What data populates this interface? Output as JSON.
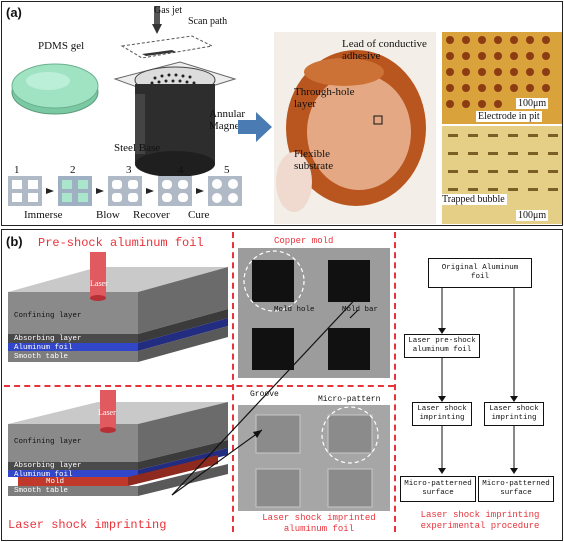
{
  "panel_a": {
    "label": "(a)",
    "pdms": "PDMS gel",
    "gas_jet": "Gas jet",
    "scan_path": "Scan path",
    "annular_magnet": "Annular\nMagnet",
    "steel_base": "Steel Base",
    "lead": "Lead of conductive\nadhesive",
    "through_hole": "Through-hole\nlayer",
    "flexible": "Flexible\nsubstrate",
    "scale_top": "100μm",
    "electrode": "Electrode in pit",
    "trapped": "Trapped bubble",
    "scale_bottom": "100μm",
    "steps": [
      "1",
      "2",
      "3",
      "4",
      "5"
    ],
    "step_labels": [
      "Immerse",
      "Blow",
      "Recover",
      "Cure"
    ]
  },
  "panel_b": {
    "label": "(b)",
    "title_pre": "Pre-shock aluminum foil",
    "title_imprint": "Laser shock imprinting",
    "laser": "Laser",
    "confining": "Confining layer",
    "absorbing": "Absorbing layer",
    "aluminum": "Aluminum foil",
    "smooth": "Smooth table",
    "mold": "Mold",
    "copper_mold": "Copper mold",
    "mold_hole": "Mold hole",
    "mold_bar": "Mold bar",
    "groove": "Groove",
    "micro_pattern": "Micro-pattern",
    "imprinted_foil": "Laser shock imprinted\naluminum foil",
    "procedure": "Laser shock imprinting\nexperimental procedure",
    "flow": {
      "original": "Original Aluminum\nfoil",
      "preshock": "Laser pre-shock\naluminum foil",
      "lsi_left": "Laser shock\nimprinting",
      "lsi_right": "Laser shock\nimprinting",
      "surface_left": "Micro-patterned\nsurface",
      "surface_right": "Micro-patterned\nsurface"
    }
  }
}
